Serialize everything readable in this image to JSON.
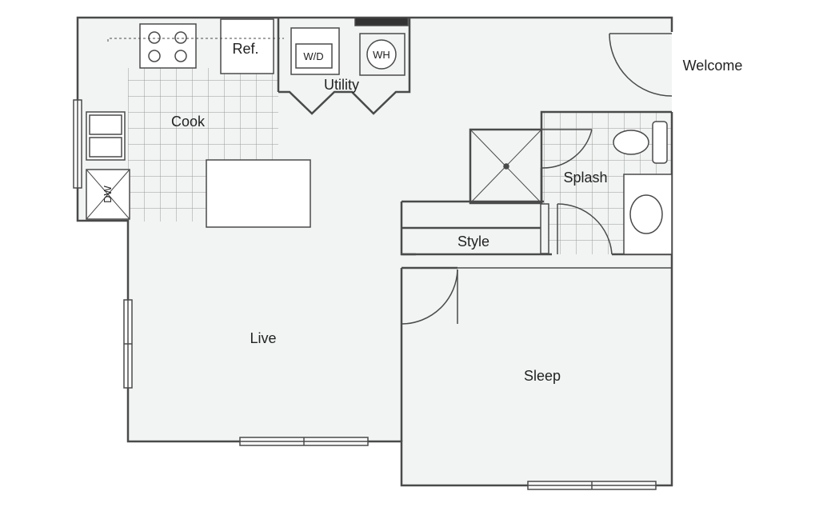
{
  "rooms": {
    "welcome": "Welcome",
    "utility": "Utility",
    "cook": "Cook",
    "splash": "Splash",
    "style": "Style",
    "live": "Live",
    "sleep": "Sleep"
  },
  "fixtures": {
    "refrigerator": "Ref.",
    "washer_dryer": "W/D",
    "water_heater": "WH",
    "dishwasher": "DW"
  },
  "colors": {
    "floor": "#f1f4f2",
    "wall": "#4a4a4a",
    "tile_line": "#9a9a9a",
    "label": "#222222"
  }
}
